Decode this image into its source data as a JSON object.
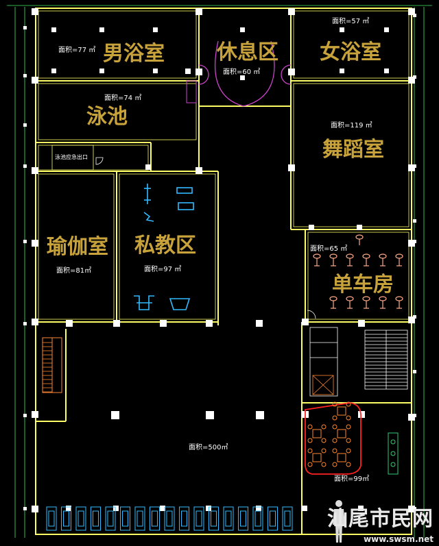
{
  "rooms": {
    "mens_bath": {
      "name": "男浴室",
      "area": "面积=77 ㎡"
    },
    "rest": {
      "name": "休息区",
      "area": "面积=60 ㎡"
    },
    "womens_bath": {
      "name": "女浴室",
      "area": "面积=57 ㎡"
    },
    "pool": {
      "name": "泳池",
      "area": "面积=74 ㎡"
    },
    "dance": {
      "name": "舞蹈室",
      "area": "面积=119 ㎡"
    },
    "yoga": {
      "name": "瑜伽室",
      "area": "面积=81㎡"
    },
    "training": {
      "name": "私教区",
      "area": "面积=97 ㎡"
    },
    "cycling": {
      "name": "单车房",
      "area": "面积=65 ㎡"
    },
    "main_hall": {
      "area": "面积=500㎡"
    },
    "lounge": {
      "area": "面积=99㎡"
    }
  },
  "exit_label": "泳池应急出口",
  "watermark": {
    "title": "汕尾市民网",
    "url": "www.swsm.net"
  },
  "colors": {
    "background": "#000000",
    "wall": "#ffff66",
    "room_label": "#c8a23a",
    "furniture_orange": "#ff8833",
    "equipment_cyan": "#33bbff",
    "door_arc": "#cc44cc",
    "lounge_outline": "#ff2222"
  }
}
